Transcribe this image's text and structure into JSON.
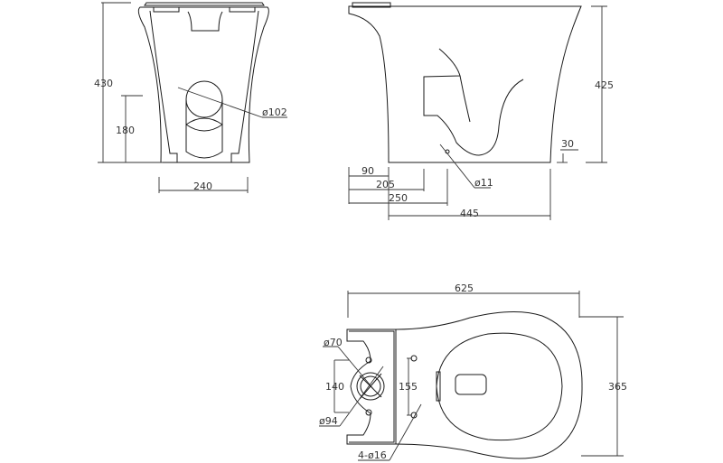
{
  "drawing": {
    "subject": "toilet-dimension-drawing",
    "views": {
      "front": {
        "labels": {
          "height_total": "430",
          "outlet_height": "180",
          "outlet_diameter": "ø102",
          "base_width": "240"
        }
      },
      "side": {
        "labels": {
          "height_total": "425",
          "foot_height": "30",
          "dim_90": "90",
          "dim_205": "205",
          "dim_250": "250",
          "base_length": "445",
          "fixing_hole": "ø11"
        }
      },
      "top": {
        "labels": {
          "overall_length": "625",
          "overall_width": "365",
          "inlet_inner": "ø70",
          "inlet_outer": "ø94",
          "inlet_spacing": "140",
          "fixing_spacing": "155",
          "fixing_holes": "4-ø16"
        }
      }
    },
    "colors": {
      "line": "#1a1a1a",
      "text": "#333333",
      "background": "#ffffff"
    }
  }
}
